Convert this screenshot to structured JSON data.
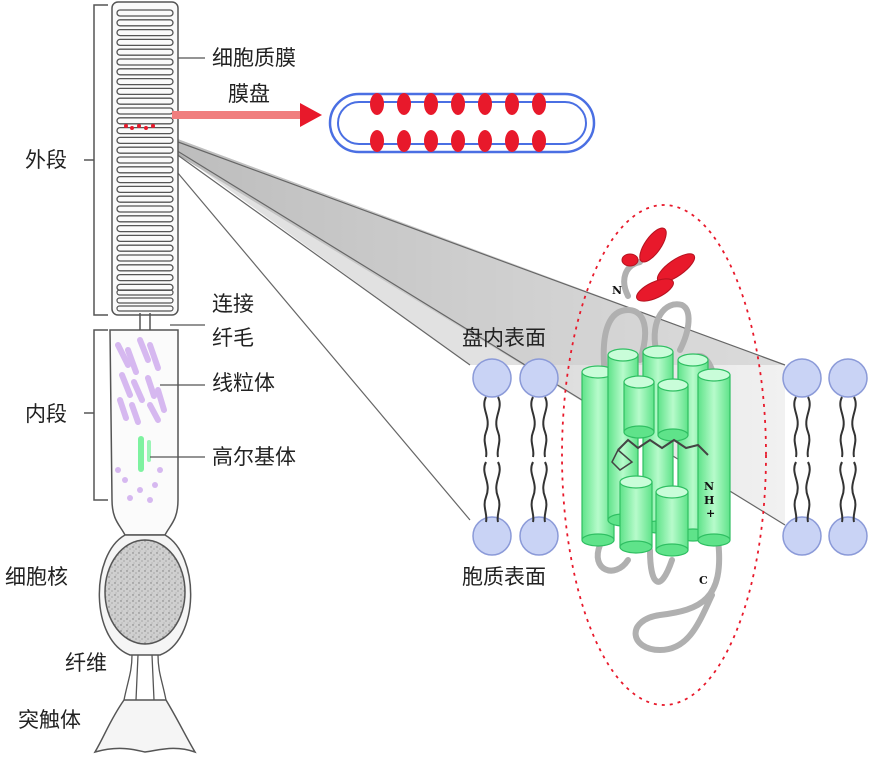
{
  "labels": {
    "plasma_membrane": "细胞质膜",
    "disc_membrane": "膜盘",
    "outer_segment": "外段",
    "connecting_cilium_line1": "连接",
    "connecting_cilium_line2": "纤毛",
    "inner_segment": "内段",
    "mitochondria": "线粒体",
    "golgi": "高尔基体",
    "nucleus": "细胞核",
    "fiber": "纤维",
    "synapse": "突触体",
    "intradiscal_surface": "盘内表面",
    "cytoplasmic_surface": "胞质表面"
  },
  "protein_marks": {
    "n_terminus": "N",
    "c_terminus": "C",
    "schiff_base_line1": "N",
    "schiff_base_line2": "H",
    "schiff_base_line3": "+"
  },
  "colors": {
    "helix_green": "#7ef2a0",
    "disc_red": "#e8192b",
    "membrane_blue": "#c9d3f5",
    "mito_purple": "#d6b8f0",
    "outline": "#555555"
  }
}
